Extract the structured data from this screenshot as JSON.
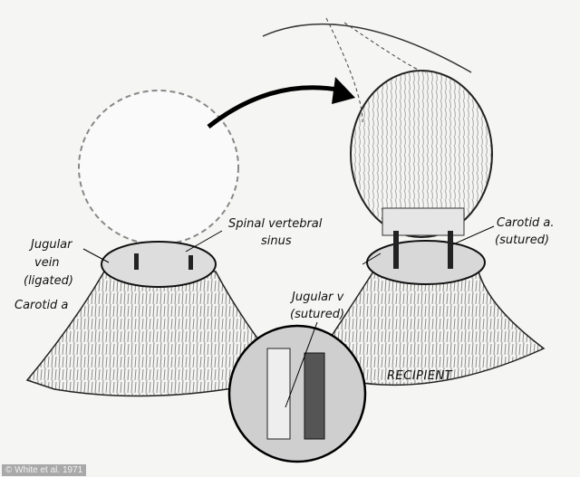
{
  "labels": {
    "spinal_1": "Spinal vertebral",
    "spinal_2": "sinus",
    "jugular_vein_1": "Jugular",
    "jugular_vein_2": "vein",
    "jugular_vein_3": "(ligated)",
    "carotid_left": "Carotid a",
    "carotid_right_1": "Carotid a.",
    "carotid_right_2": "(sutured)",
    "jugular_v_1": "Jugular v",
    "jugular_v_2": "(sutured)",
    "recipient": "RECIPIENT"
  },
  "credit": "© White et al. 1971"
}
